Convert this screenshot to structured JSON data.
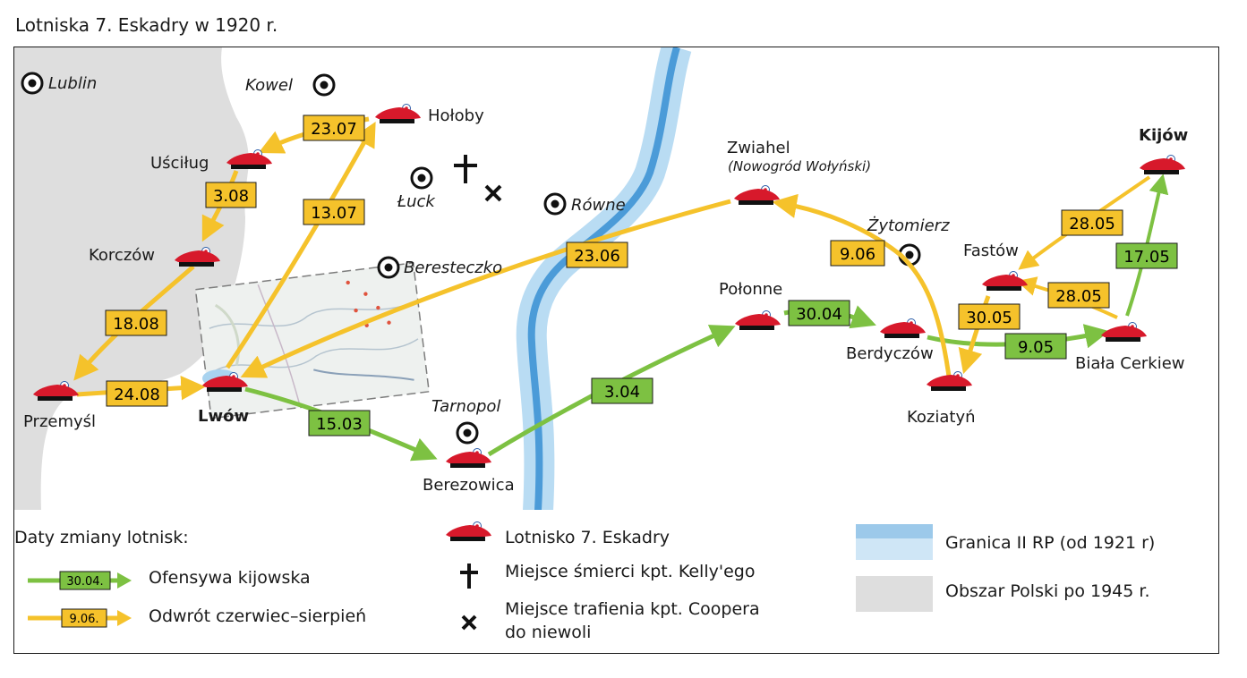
{
  "title": "Lotniska 7. Eskadry w 1920 r.",
  "colors": {
    "offensive": "#7dc142",
    "retreat": "#f5c22b",
    "airfield": "#d7192b",
    "border": "#9cc9ea",
    "postwar_poland": "#dedede"
  },
  "places": {
    "lublin": "Lublin",
    "kowel": "Kowel",
    "luck": "Łuck",
    "rowne": "Równe",
    "beresteczko": "Beresteczko",
    "tarnopol": "Tarnopol",
    "zytomierz": "Żytomierz"
  },
  "airfields": {
    "holoby": "Hołoby",
    "uscilug": "Uściług",
    "korczow": "Korczów",
    "przemysl": "Przemyśl",
    "lwow": "Lwów",
    "berezowica": "Berezowica",
    "polonne": "Połonne",
    "berdyczow": "Berdyczów",
    "koziatyn": "Koziatyń",
    "biala_cerkiew": "Biała Cerkiew",
    "fastow": "Fastów",
    "kijow": "Kijów",
    "zwiahel": "Zwiahel",
    "zwiahel_note": "(Nowogród Wołyński)"
  },
  "routes": {
    "lwow_berezowica": "15.03",
    "berezowica_polonne": "3.04",
    "polonne_berdyczow": "30.04",
    "berdyczow_biala": "9.05",
    "biala_kijow": "17.05",
    "kijow_fastow": "28.05",
    "biala_fastow": "28.05",
    "fastow_koziatyn": "30.05",
    "koziatyn_zwiahel": "9.06",
    "zwiahel_lwow": "23.06",
    "lwow_holoby": "13.07",
    "holoby_uscilug": "23.07",
    "uscilug_korczow": "3.08",
    "korczow_przemysl": "18.08",
    "przemysl_lwow": "24.08"
  },
  "legend": {
    "heading": "Daty zmiany lotnisk:",
    "offensive_sample": "30.04.",
    "offensive_label": "Ofensywa kijowska",
    "retreat_sample": "9.06.",
    "retreat_label": "Odwrót czerwiec–sierpień",
    "airfield_label": "Lotnisko 7. Eskadry",
    "death_label": "Miejsce śmierci kpt. Kelly'ego",
    "capture_label_1": "Miejsce trafienia kpt. Coopera",
    "capture_label_2": "do niewoli",
    "border_label": "Granica II RP (od 1921 r)",
    "poland_label": "Obszar Polski po 1945 r."
  }
}
